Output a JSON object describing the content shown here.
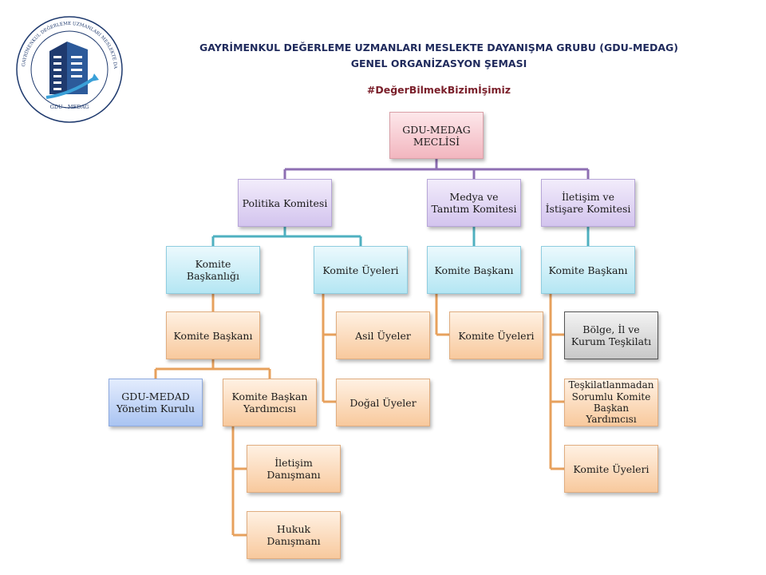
{
  "logo": {
    "ring_text": "GAYRİMENKUL DEĞERLEME UZMANLARI MESLEKTE DAYANIŞMA GRUBU",
    "bottom_text": "GDU - MEDAG"
  },
  "header": {
    "title_line1": "GAYRİMENKUL DEĞERLEME UZMANLARI MESLEKTE DAYANIŞMA GRUBU (GDU-MEDAG)",
    "title_line2": "GENEL ORGANİZASYON ŞEMASI",
    "hashtag": "#DeğerBilmekBizimİşimiz"
  },
  "colors": {
    "purple_line": "#8e6fb3",
    "cyan_line": "#4fb0c0",
    "orange_line": "#e7a15d",
    "title": "#1f2a5c",
    "hashtag": "#7a1f2a"
  },
  "nodes": {
    "meclis": "GDU-MEDAG MECLİSİ",
    "politika": "Politika Komitesi",
    "medya": "Medya ve Tanıtım Komitesi",
    "iletisim": "İletişim ve İstişare Komitesi",
    "p_baskanlik": "Komite Başkanlığı",
    "p_uyeler": "Komite Üyeleri",
    "m_baskan": "Komite Başkanı",
    "i_baskan": "Komite Başkanı",
    "p_baskan": "Komite Başkanı",
    "asil": "Asil Üyeler",
    "m_uyeler": "Komite Üyeleri",
    "bolge": "Bölge, İl ve Kurum Teşkilatı",
    "yonetim": "GDU-MEDAD Yönetim Kurulu",
    "yardimci": "Komite Başkan Yardımcısı",
    "dogal": "Doğal Üyeler",
    "teskilat_yard": "Teşkilatlanmadan Sorumlu Komite Başkan Yardımcısı",
    "iletisim_dan": "İletişim Danışmanı",
    "i_uyeler": "Komite Üyeleri",
    "hukuk": "Hukuk Danışmanı"
  }
}
